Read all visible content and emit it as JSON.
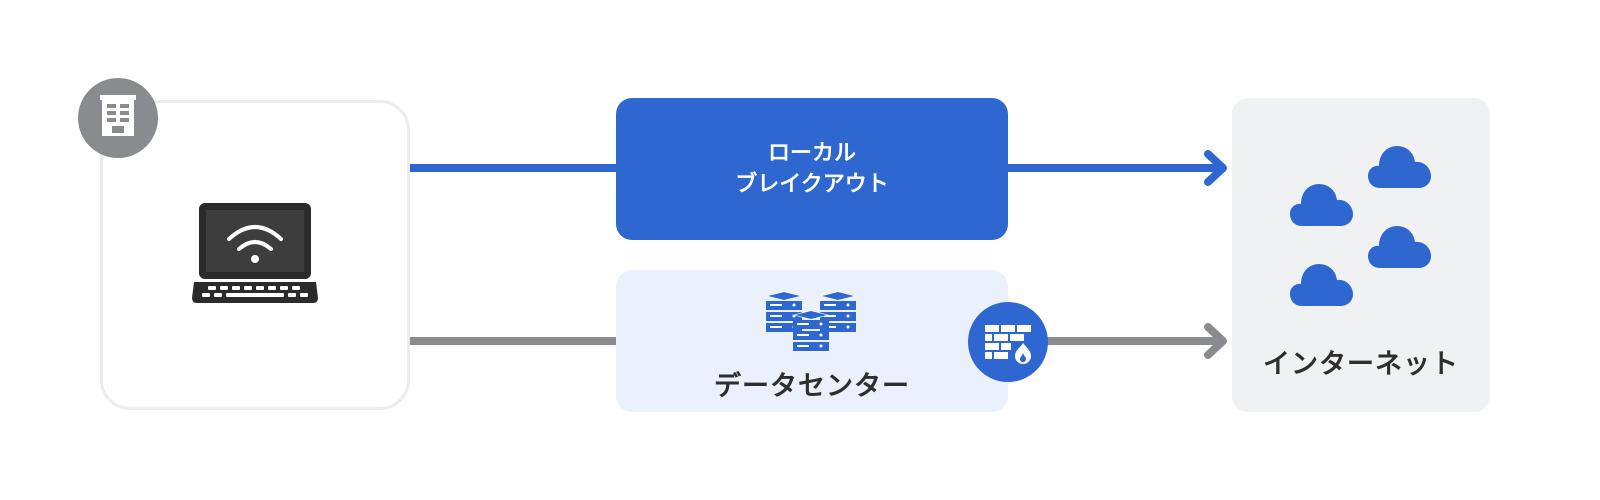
{
  "diagram": {
    "breakout": {
      "line1": "ローカル",
      "line2": "ブレイクアウト"
    },
    "datacenter": {
      "label": "データセンター"
    },
    "internet": {
      "label": "インターネット"
    }
  },
  "colors": {
    "blue": "#2f67d0",
    "gray": "#8a8b8e",
    "light_blue_bg": "#eaf1fc",
    "light_gray_bg": "#f0f1f2",
    "dark_text": "#2e2e2e"
  },
  "icons": [
    "building-icon",
    "laptop-wifi-icon",
    "server-stack-icon",
    "firewall-icon",
    "cloud-icon"
  ]
}
